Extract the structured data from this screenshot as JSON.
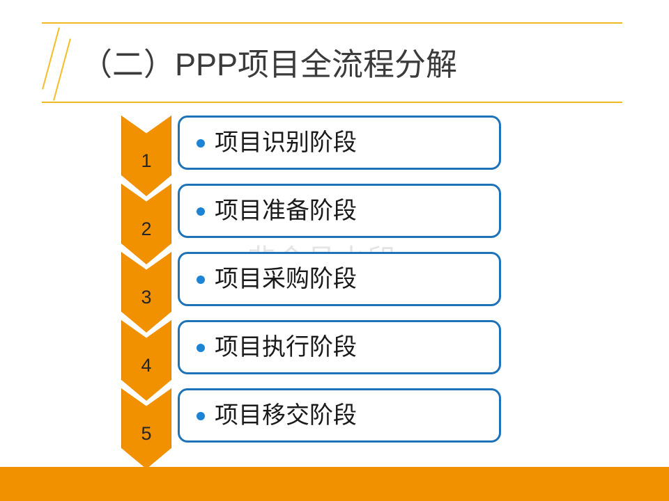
{
  "slide": {
    "title": "（二）PPP项目全流程分解",
    "watermark": "非会员水印",
    "accent_orange": "#F29100",
    "accent_gold": "#F0B921",
    "accent_blue": "#1D72B8",
    "bullet_blue": "#1D83D4",
    "title_color": "#3B3B3B",
    "background": "#ffffff"
  },
  "flow": {
    "steps": [
      {
        "number": "1",
        "label": "项目识别阶段"
      },
      {
        "number": "2",
        "label": "项目准备阶段"
      },
      {
        "number": "3",
        "label": "项目采购阶段"
      },
      {
        "number": "4",
        "label": "项目执行阶段"
      },
      {
        "number": "5",
        "label": "项目移交阶段"
      }
    ]
  },
  "footer": {
    "bar_color": "#F29100"
  }
}
